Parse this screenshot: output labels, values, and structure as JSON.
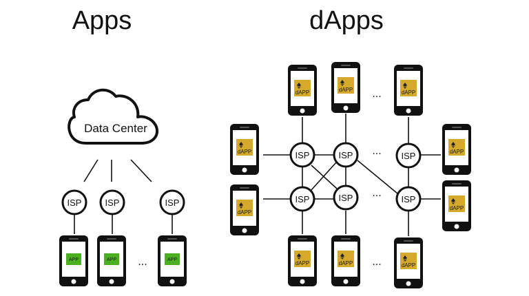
{
  "left": {
    "title": "Apps",
    "cloud_label": "Data Center",
    "isp_label": "ISP",
    "app_label": "APP",
    "ellipsis": "...",
    "colors": {
      "app_screen": "#4caf22"
    }
  },
  "right": {
    "title": "dApps",
    "isp_label": "ISP",
    "dapp_label": "dAPP",
    "ellipsis": "...",
    "colors": {
      "dapp_screen": "#d4a92c"
    }
  },
  "icons": {
    "phone": "smartphone-icon",
    "cloud": "cloud-icon",
    "dapp": "ethereum-logo-icon"
  }
}
